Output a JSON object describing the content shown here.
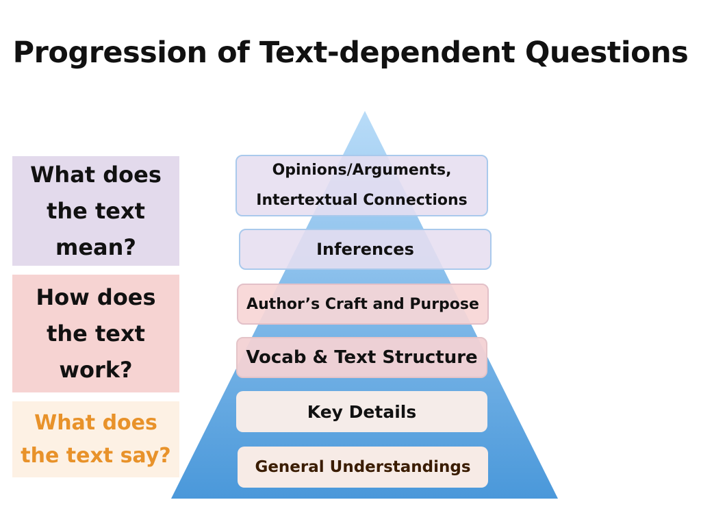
{
  "title": "Progression of Text-dependent Questions",
  "categories": [
    {
      "label": "What does the text mean?",
      "bg": "#e3daec",
      "color": "#111111"
    },
    {
      "label": "How does the text work?",
      "bg": "#f6d3d2",
      "color": "#111111"
    },
    {
      "label": "What does the text say?",
      "bg": "#fdf1e4",
      "color": "#e8922a"
    }
  ],
  "levels": [
    {
      "label": "Opinions/Arguments,",
      "label2": "Intertextual Connections"
    },
    {
      "label": "Inferences"
    },
    {
      "label": "Author’s Craft and Purpose"
    },
    {
      "label": "Vocab & Text Structure"
    },
    {
      "label": "Key Details"
    },
    {
      "label": "General Understandings"
    }
  ],
  "colors": {
    "pyramid_top": "#b9dcf8",
    "pyramid_bottom": "#4a98da"
  }
}
